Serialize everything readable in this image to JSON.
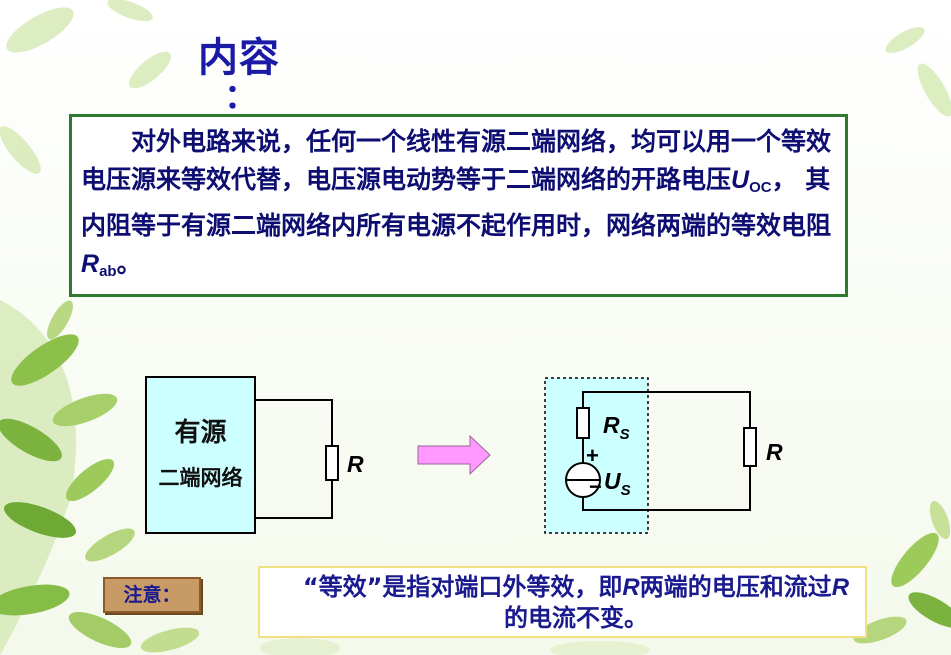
{
  "title": "内容",
  "title_colon": "：",
  "paragraph": {
    "part1": "对外电路来说，任何一个线性有源二端网络，均可以用一个等效电压源来等效代替，电压源电动势等于二端网络的开路电压",
    "uoc_sym": "U",
    "uoc_sub": "OC",
    "part2": "，  其内阻等于有源二端网络内所有电源不起作用时，网络两端的等效电阻",
    "rab_sym": "R",
    "rab_sub": "ab",
    "part3": "。"
  },
  "circuit_left": {
    "box_line1": "有源",
    "box_line2": "二端网络",
    "resistor_label": "R"
  },
  "circuit_right": {
    "rs_sym": "R",
    "rs_sub": "S",
    "us_sym": "U",
    "us_sub": "S",
    "plus": "+",
    "minus": "−",
    "resistor_label": "R"
  },
  "note": {
    "label": "注意：",
    "text_part1": "“等效”是指对端口外等效，即",
    "r_sym": "R",
    "text_part2": "两端的电压和流过",
    "r_sym2": "R",
    "text_part3": "的电流不变。"
  },
  "colors": {
    "title": "#1a1aa6",
    "box_border": "#2f7a2f",
    "text": "#0e0e72",
    "network_fill": "#ccffff",
    "arrow": "#ff99ff",
    "note_label_bg": "#c89a66"
  }
}
